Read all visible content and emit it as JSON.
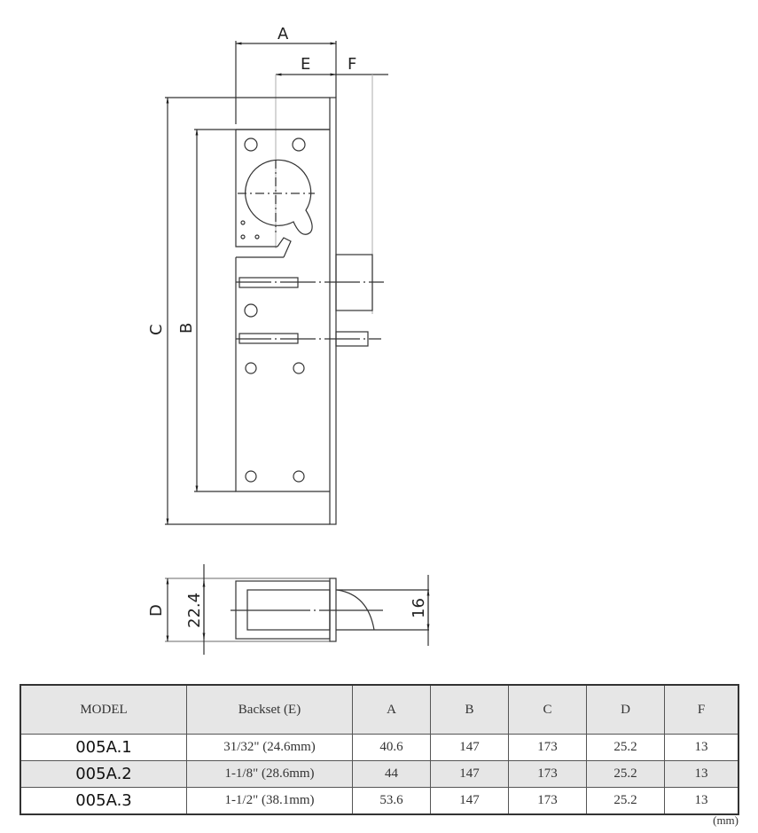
{
  "drawing": {
    "front_view": {
      "labels": {
        "A": "A",
        "E": "E",
        "F": "F",
        "B": "B",
        "C": "C"
      }
    },
    "side_view": {
      "labels": {
        "D": "D",
        "height": "22.4",
        "bolt": "16"
      }
    }
  },
  "table": {
    "headers": [
      "MODEL",
      "Backset (E)",
      "A",
      "B",
      "C",
      "D",
      "F"
    ],
    "rows": [
      {
        "model": "005A.1",
        "backset": "31/32\" (24.6mm)",
        "A": "40.6",
        "B": "147",
        "C": "173",
        "D": "25.2",
        "F": "13"
      },
      {
        "model": "005A.2",
        "backset": "1-1/8\"  (28.6mm)",
        "A": "44",
        "B": "147",
        "C": "173",
        "D": "25.2",
        "F": "13"
      },
      {
        "model": "005A.3",
        "backset": "1-1/2\"  (38.1mm)",
        "A": "53.6",
        "B": "147",
        "C": "173",
        "D": "25.2",
        "F": "13"
      }
    ],
    "unit_note": "(mm)"
  },
  "colors": {
    "header_bg": "#e6e6e6",
    "line": "#333333"
  }
}
